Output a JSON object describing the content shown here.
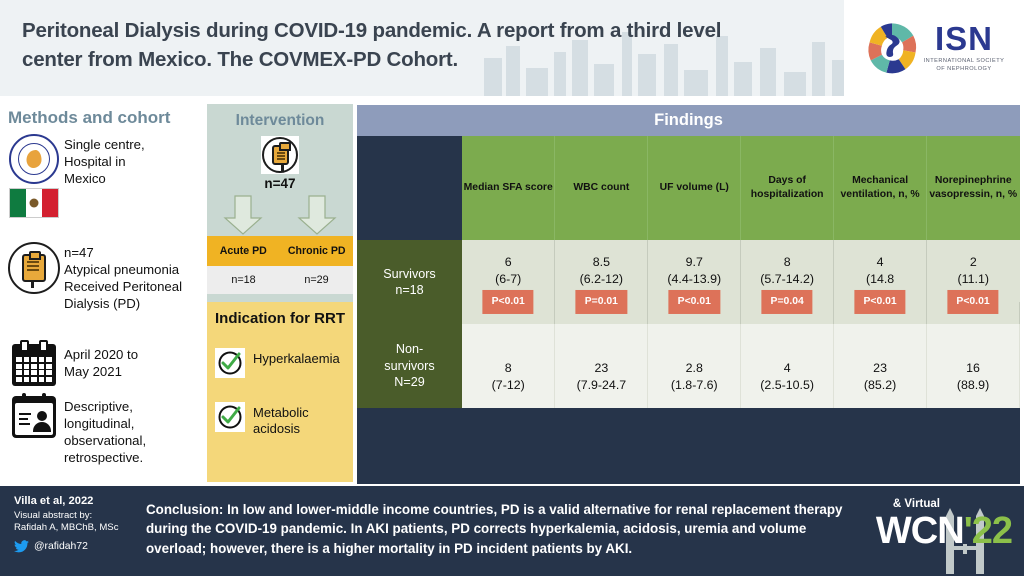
{
  "header": {
    "title": "Peritoneal Dialysis during COVID-19 pandemic. A report from a third level center from Mexico. The COVMEX-PD Cohort.",
    "logo_word": "ISN",
    "logo_sub": "INTERNATIONAL SOCIETY\nOF NEPHROLOGY"
  },
  "methods": {
    "title": "Methods and cohort",
    "items": [
      {
        "icon": "hospital-seal-icon",
        "icon2": "mexico-flag-icon",
        "text": "Single centre, Hospital in Mexico"
      },
      {
        "icon": "dialysis-bag-icon",
        "text": "n=47\nAtypical pneumonia\nReceived Peritoneal Dialysis (PD)"
      },
      {
        "icon": "calendar-icon",
        "text": "April 2020 to\nMay 2021"
      },
      {
        "icon": "calendar-person-icon",
        "text": "Descriptive, longitudinal, observational, retrospective."
      }
    ]
  },
  "intervention": {
    "title": "Intervention",
    "icon": "dialysis-bag-icon",
    "total": "n=47",
    "branches": [
      {
        "label": "Acute PD",
        "value": "n=18"
      },
      {
        "label": "Chronic PD",
        "value": "n=29"
      }
    ],
    "rrt": {
      "title": "Indication for RRT",
      "items": [
        "Hyperkalaemia",
        "Metabolic acidosis"
      ]
    }
  },
  "findings": {
    "title": "Findings",
    "columns": [
      "Median SFA score",
      "WBC count",
      "UF volume (L)",
      "Days of hospitalization",
      "Mechanical ventilation, n, %",
      "Norepinephrine vasopressin, n, %"
    ],
    "rows": [
      {
        "label": "Survivors\nn=18",
        "values": [
          "6\n(6-7)",
          "8.5\n(6.2-12)",
          "9.7\n(4.4-13.9)",
          "8\n(5.7-14.2)",
          "4\n(14.8",
          "2\n(11.1)"
        ]
      },
      {
        "label": "Non-survivors\nN=29",
        "values": [
          "8\n(7-12)",
          "23\n(7.9-24.7",
          "2.8\n(1.8-7.6)",
          "4\n(2.5-10.5)",
          "23\n(85.2)",
          "16\n(88.9)"
        ]
      }
    ],
    "p_values": [
      "P<0.01",
      "P=0.01",
      "P<0.01",
      "P=0.04",
      "P<0.01",
      "P<0.01"
    ]
  },
  "footer": {
    "citation": "Villa et al, 2022",
    "byline": "Visual abstract by:\nRafidah A, MBChB, MSc",
    "handle": "@rafidah72",
    "conclusion": "Conclusion: In low and lower-middle income countries, PD is a valid alternative for renal replacement therapy during the COVID-19 pandemic. In AKI patients, PD corrects hyperkalemia, acidosis, uremia and volume overload; however, there is a higher mortality in PD incident patients by AKI.",
    "event_virtual": "& Virtual",
    "event_name": "WCN",
    "event_year": "'22"
  },
  "colors": {
    "header_bg": "#eef2f4",
    "title_text": "#3a4450",
    "section_heading": "#6e8a9a",
    "intervention_bg": "#c9d8d2",
    "amber": "#f0b323",
    "rrt_bg": "#f4d77a",
    "findings_bar": "#8e9cbb",
    "dark_navy": "#26344a",
    "table_header_green": "#7cab4e",
    "row_label_green": "#4a5c2a",
    "p_badge": "#dd7259",
    "isn_blue": "#2b3990",
    "wcn_green": "#8cc04a"
  }
}
